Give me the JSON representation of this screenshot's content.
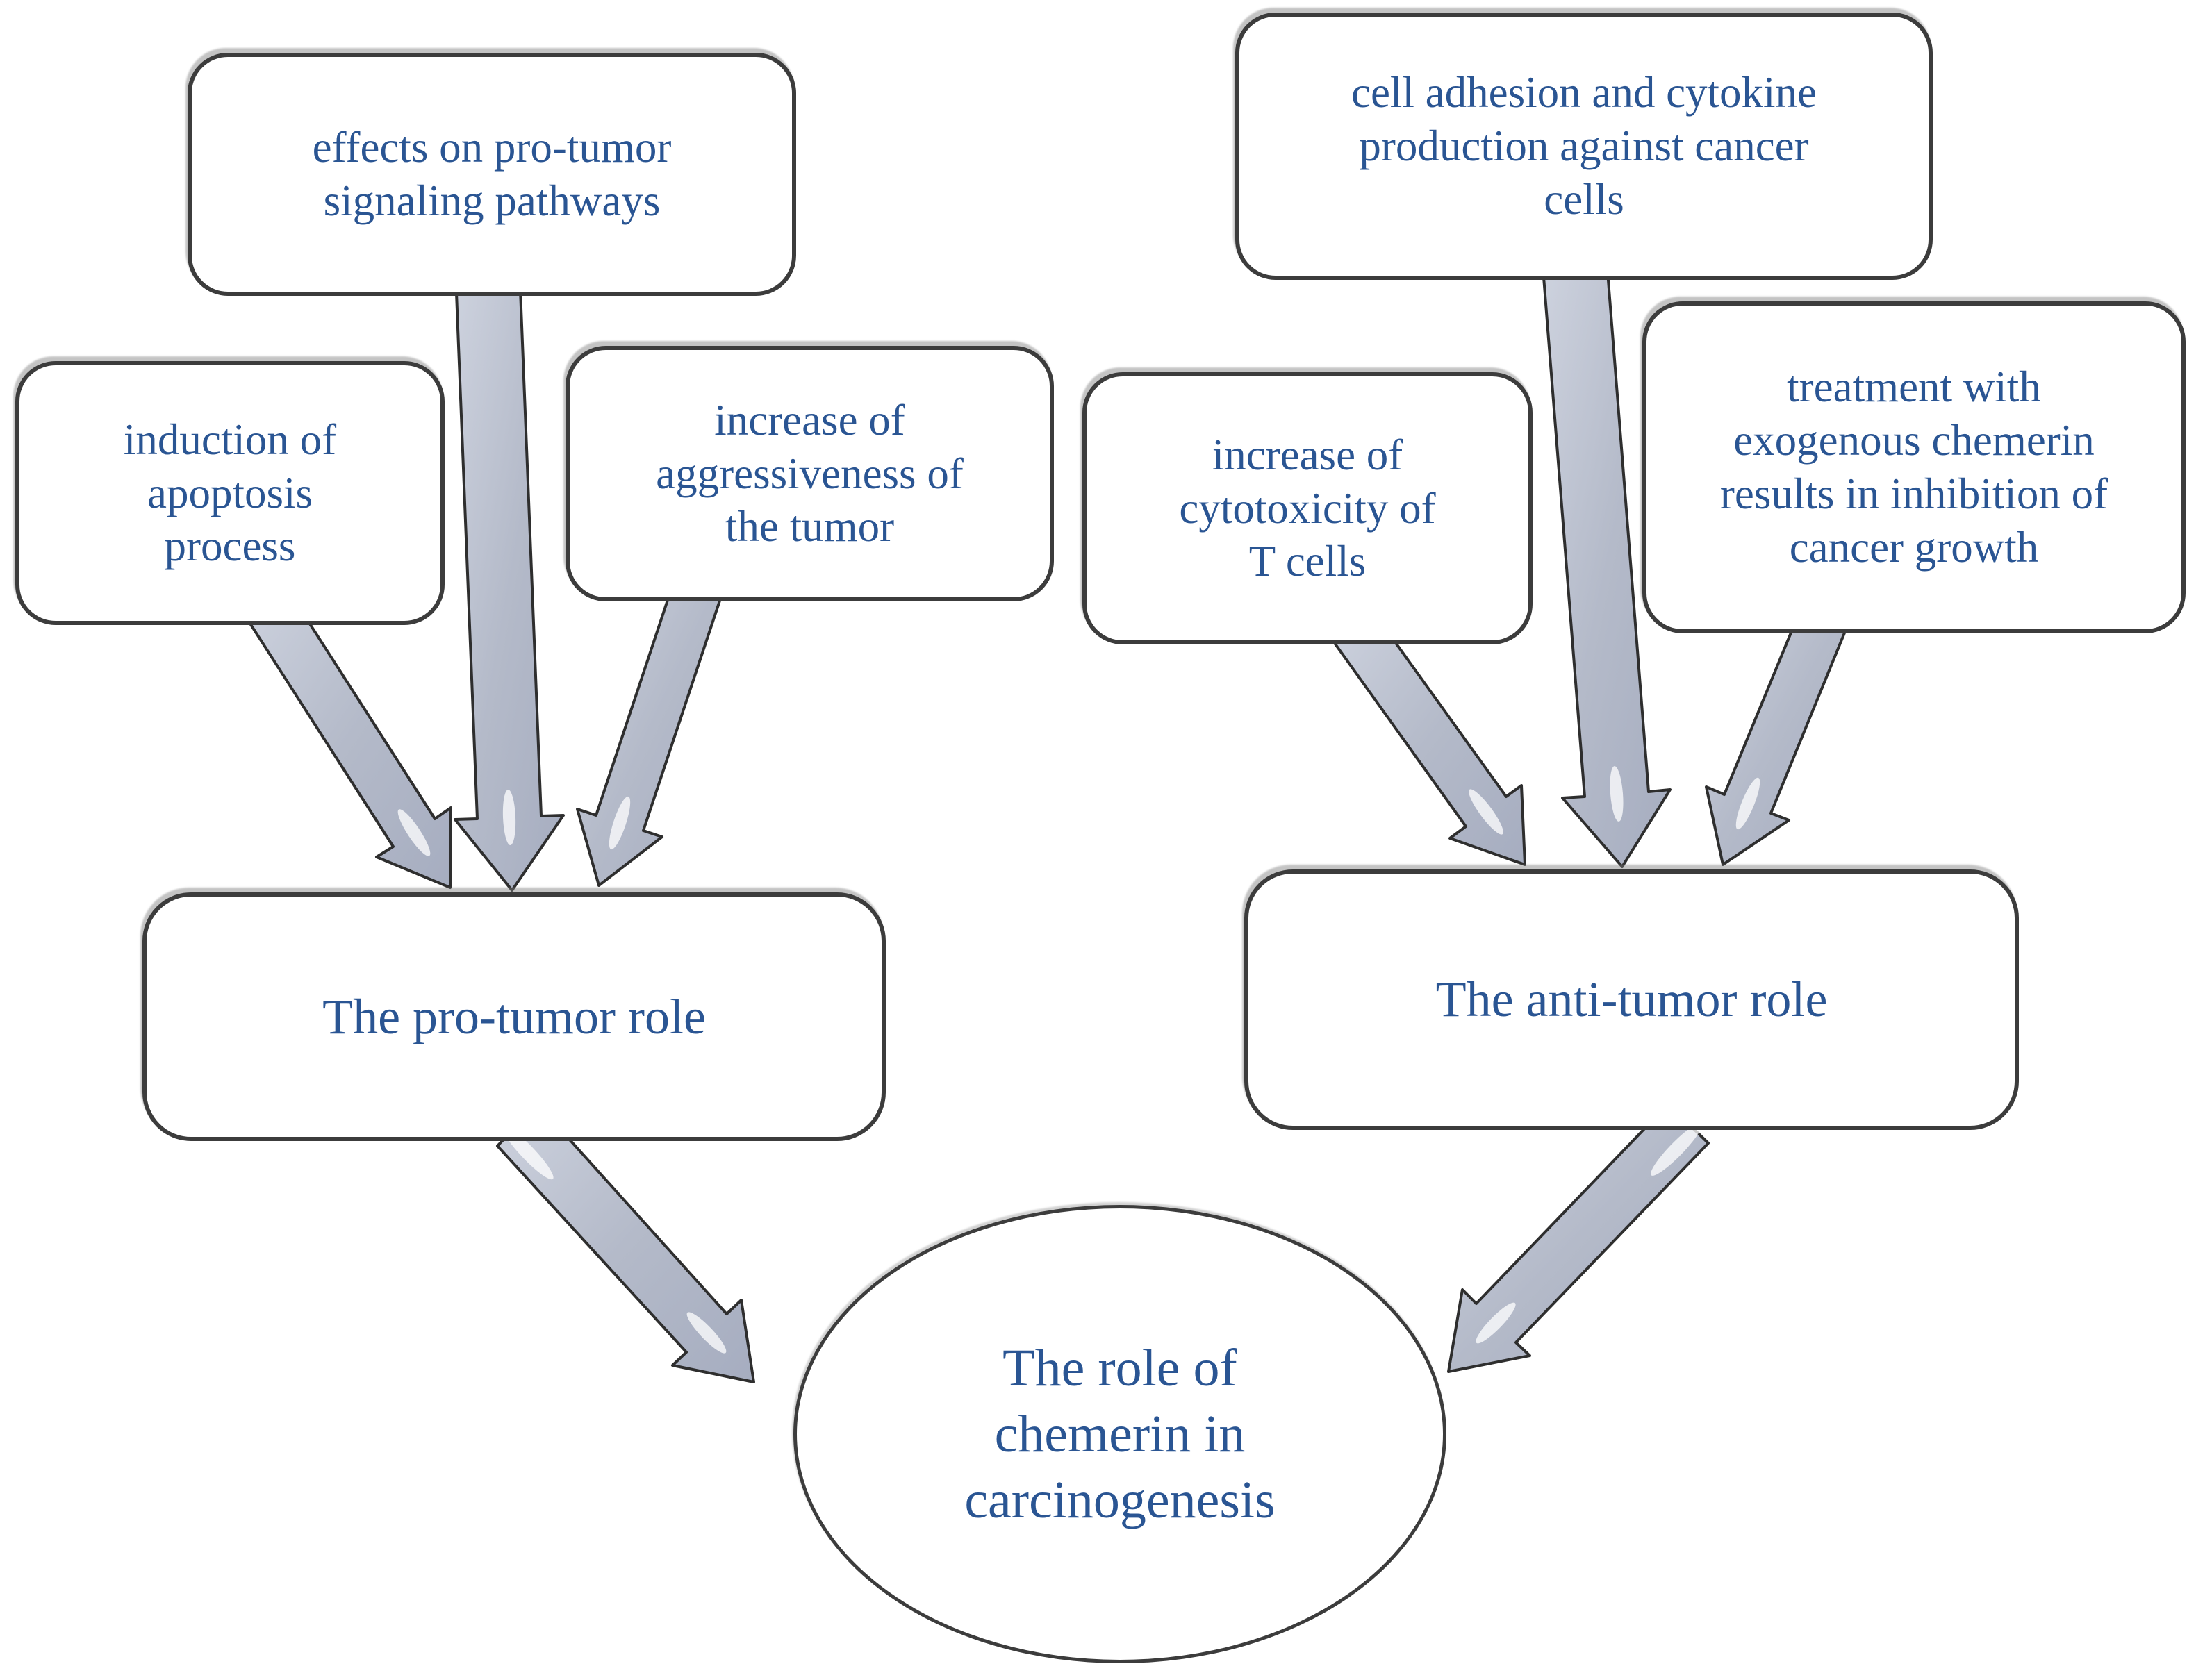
{
  "colors": {
    "text": "#2a5593",
    "box_border": "#3c3c3c",
    "arrow_outline": "#2e2e2e",
    "arrow_fill_light": "#c9cfdc",
    "arrow_fill_dark": "#a9b0c2",
    "bg": "#ffffff"
  },
  "nodes": {
    "effects": {
      "label": "effects on pro-tumor\nsignaling pathways"
    },
    "induction": {
      "label": "induction of\napoptosis\nprocess"
    },
    "aggressive": {
      "label": "increase of\naggressiveness of\nthe tumor"
    },
    "adhesion": {
      "label": "cell adhesion and cytokine\nproduction against cancer\ncells"
    },
    "cytotoxicity": {
      "label": "increase of\ncytotoxicity of\nT cells"
    },
    "treatment": {
      "label": "treatment with\nexogenous chemerin\nresults in inhibition of\ncancer growth"
    },
    "protumor": {
      "label": "The pro-tumor role"
    },
    "antitumor": {
      "label": "The anti-tumor role"
    },
    "center": {
      "label": "The role of\nchemerin in\ncarcinogenesis"
    }
  },
  "edges": [
    {
      "from": "induction",
      "to": "protumor"
    },
    {
      "from": "effects",
      "to": "protumor"
    },
    {
      "from": "aggressive",
      "to": "protumor"
    },
    {
      "from": "cytotoxicity",
      "to": "antitumor"
    },
    {
      "from": "adhesion",
      "to": "antitumor"
    },
    {
      "from": "treatment",
      "to": "antitumor"
    },
    {
      "from": "protumor",
      "to": "center"
    },
    {
      "from": "antitumor",
      "to": "center"
    }
  ]
}
